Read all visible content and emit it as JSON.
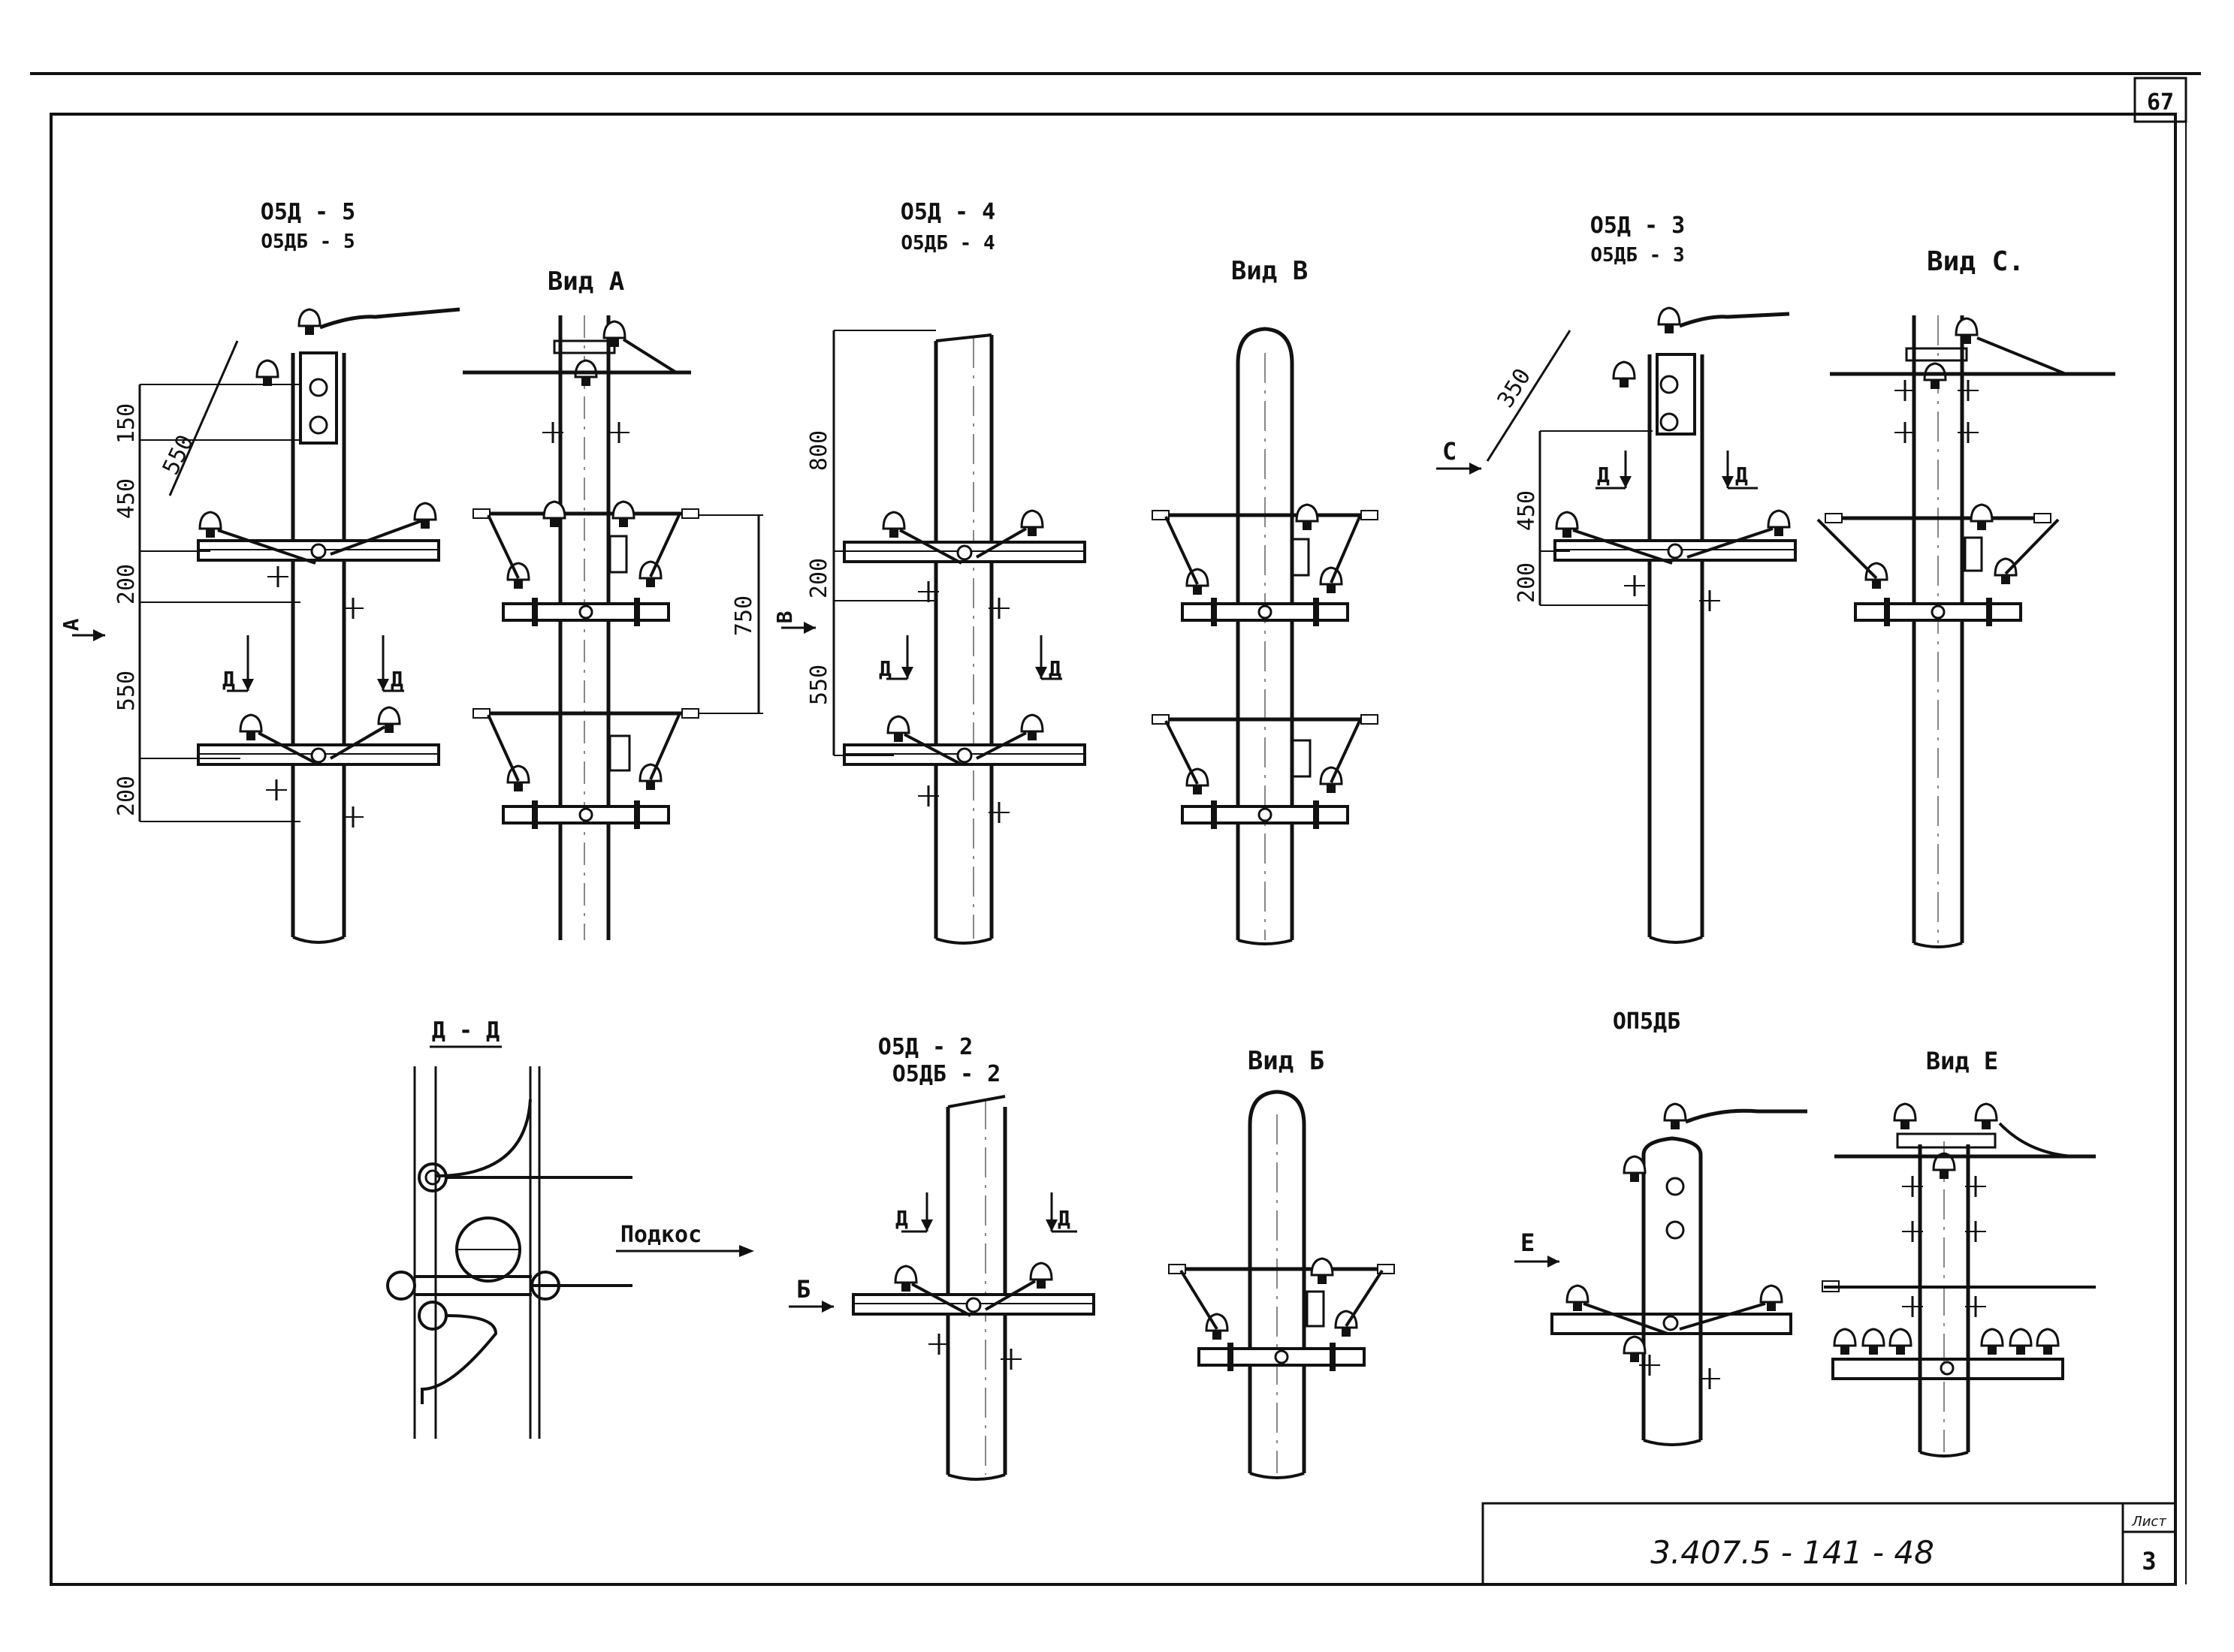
{
  "sheet": {
    "page_number": "67",
    "doc_code": "3.407.5 - 141 - 48",
    "list_caption": "Лист",
    "list_number": "3"
  },
  "views": {
    "v1": {
      "title_a": "О5Д - 5",
      "title_b": "О5ДБ - 5"
    },
    "v2": {
      "title": "Вид А"
    },
    "v3": {
      "title_a": "О5Д - 4",
      "title_b": "О5ДБ - 4"
    },
    "v4": {
      "title": "Вид В"
    },
    "v5": {
      "title_a": "О5Д - 3",
      "title_b": "О5ДБ - 3"
    },
    "v6": {
      "title": "Вид С."
    },
    "v7": {
      "title": "Д - Д",
      "brace_label": "Подкос"
    },
    "v8": {
      "title_a": "О5Д - 2",
      "title_b": "О5ДБ - 2"
    },
    "v9": {
      "title": "Вид Б"
    },
    "v10": {
      "title": "ОП5ДБ"
    },
    "v11": {
      "title": "Вид Е"
    }
  },
  "dimensions": {
    "v1": [
      "150",
      "550",
      "450",
      "200",
      "550",
      "200"
    ],
    "v2": [
      "750"
    ],
    "v3": [
      "800",
      "200",
      "550"
    ],
    "v5": [
      "350",
      "450",
      "200"
    ]
  },
  "markers": {
    "section": "Д",
    "view_a": "А",
    "view_b": "Б",
    "view_v": "В",
    "view_c": "С",
    "view_e": "Е"
  }
}
